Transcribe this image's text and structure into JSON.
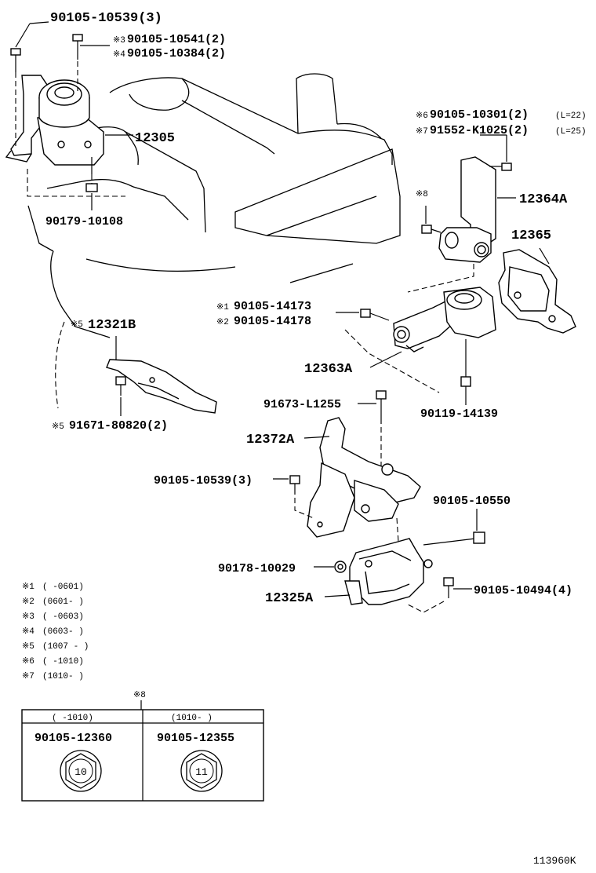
{
  "callouts": {
    "top_left_bolt": "90105-10539(3)",
    "bolt_s3": "90105-10541(2)",
    "bolt_s4": "90105-10384(2)",
    "mark_s3": "※3",
    "mark_s4": "※4",
    "mount_12305": "12305",
    "nut_90179": "90179-10108",
    "bolt_s6": "90105-10301(2)",
    "bolt_s6_note": "(L=22)",
    "bolt_s7": "91552-K1025(2)",
    "bolt_s7_note": "(L=25)",
    "mark_s6": "※6",
    "mark_s7": "※7",
    "mark_s8": "※8",
    "bracket_12364A": "12364A",
    "cover_12365": "12365",
    "mark_s1": "※1",
    "mark_s2": "※2",
    "bolt_s1": "90105-14173",
    "bolt_s2": "90105-14178",
    "mark_s5a": "※5",
    "bracket_12321B": "12321B",
    "rod_12363A": "12363A",
    "bolt_91673": "91673-L1255",
    "bolt_90119": "90119-14139",
    "mark_s5b": "※5",
    "bolt_91671": "91671-80820(2)",
    "bracket_12372A": "12372A",
    "bolt_mid_left": "90105-10539(3)",
    "bolt_10550": "90105-10550",
    "nut_90178": "90178-10029",
    "bolt_10494": "90105-10494(4)",
    "mount_12325A": "12325A"
  },
  "notes": [
    {
      "mark": "※1",
      "range": "(      -0601)"
    },
    {
      "mark": "※2",
      "range": "(0601-      )"
    },
    {
      "mark": "※3",
      "range": "(      -0603)"
    },
    {
      "mark": "※4",
      "range": "(0603-      )"
    },
    {
      "mark": "※5",
      "range": "(1007 -     )"
    },
    {
      "mark": "※6",
      "range": "(    -1010)"
    },
    {
      "mark": "※7",
      "range": "(1010-    )"
    }
  ],
  "table": {
    "mark": "※8",
    "columns": [
      {
        "header": "(    -1010)",
        "part": "90105-12360",
        "size": "10"
      },
      {
        "header": "(1010-    )",
        "part": "90105-12355",
        "size": "11"
      }
    ]
  },
  "figure_id": "113960K"
}
